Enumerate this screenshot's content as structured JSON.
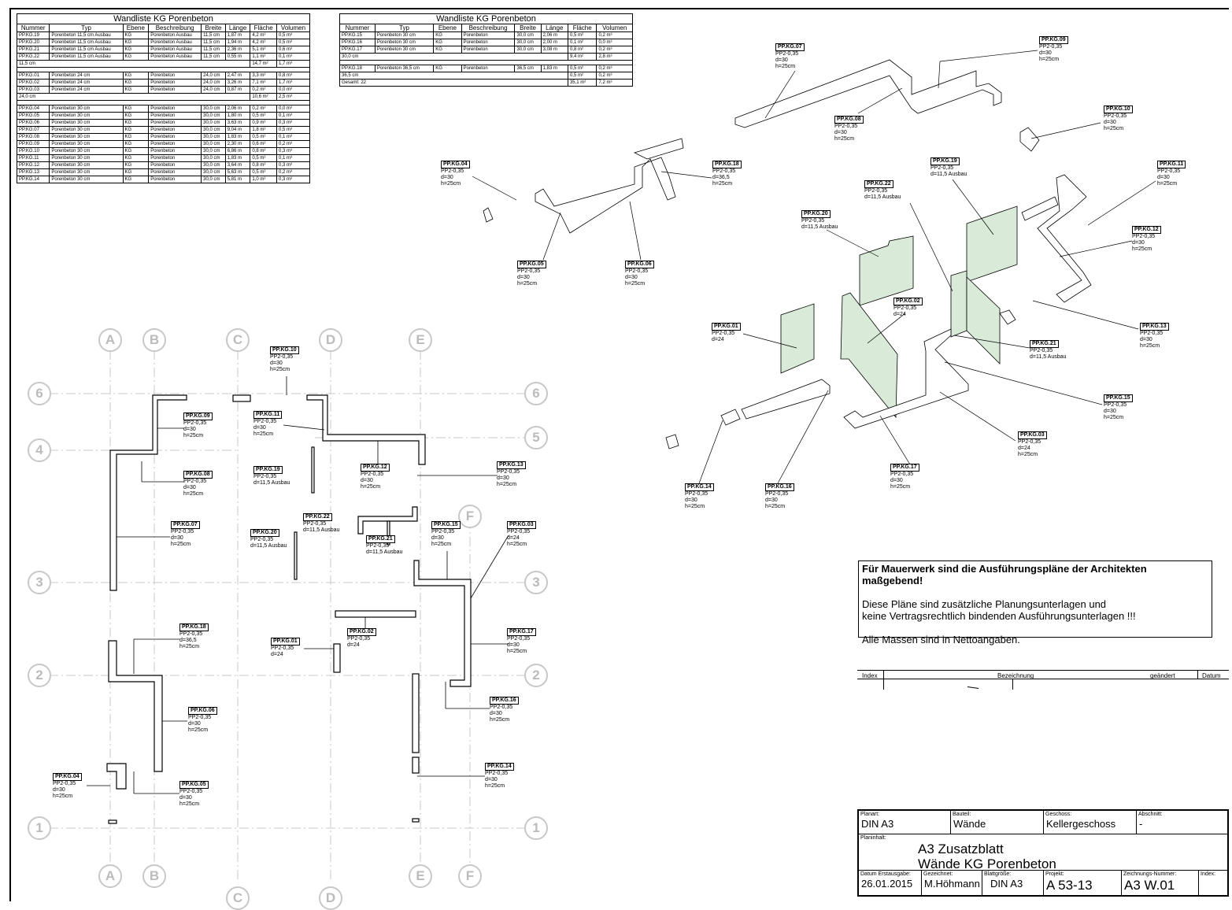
{
  "tables": {
    "left": {
      "title": "Wandliste KG Porenbeton",
      "headers": [
        "Nummer",
        "Typ",
        "Ebene",
        "Beschreibung",
        "Breite",
        "Länge",
        "Fläche",
        "Volumen"
      ],
      "groups": [
        {
          "rows": [
            [
              "PP.KG.19",
              "Porenbeton 11,5 cm Ausbau",
              "KG",
              "Porenbeton Ausbau",
              "11,5 cm",
              "1,87 m",
              "4,2 m²",
              "0,5 m³"
            ],
            [
              "PP.KG.20",
              "Porenbeton 11,5 cm Ausbau",
              "KG",
              "Porenbeton Ausbau",
              "11,5 cm",
              "1,94 m",
              "4,2 m²",
              "0,5 m³"
            ],
            [
              "PP.KG.21",
              "Porenbeton 11,5 cm Ausbau",
              "KG",
              "Porenbeton Ausbau",
              "11,5 cm",
              "2,36 m",
              "5,1 m²",
              "0,6 m³"
            ],
            [
              "PP.KG.22",
              "Porenbeton 11,5 cm Ausbau",
              "KG",
              "Porenbeton Ausbau",
              "11,5 cm",
              "0,55 m",
              "1,1 m²",
              "0,1 m³"
            ]
          ],
          "subtotal": [
            "11,5 cm",
            "14,7 m²",
            "1,7 m³"
          ]
        },
        {
          "rows": [
            [
              "PP.KG.01",
              "Porenbeton 24 cm",
              "KG",
              "Porenbeton",
              "24,0 cm",
              "2,47 m",
              "3,3 m²",
              "0,8 m³"
            ],
            [
              "PP.KG.02",
              "Porenbeton 24 cm",
              "KG",
              "Porenbeton",
              "24,0 cm",
              "3,26 m",
              "7,1 m²",
              "1,7 m³"
            ],
            [
              "PP.KG.03",
              "Porenbeton 24 cm",
              "KG",
              "Porenbeton",
              "24,0 cm",
              "0,87 m",
              "0,2 m²",
              "0,0 m³"
            ]
          ],
          "subtotal": [
            "24,0 cm",
            "10,6 m²",
            "2,5 m³"
          ]
        },
        {
          "rows": [
            [
              "PP.KG.04",
              "Porenbeton 30 cm",
              "KG",
              "Porenbeton",
              "30,0 cm",
              "2,06 m",
              "0,2 m²",
              "0,0 m³"
            ],
            [
              "PP.KG.05",
              "Porenbeton 30 cm",
              "KG",
              "Porenbeton",
              "30,0 cm",
              "1,80 m",
              "0,5 m²",
              "0,1 m³"
            ],
            [
              "PP.KG.06",
              "Porenbeton 30 cm",
              "KG",
              "Porenbeton",
              "30,0 cm",
              "3,63 m",
              "0,9 m²",
              "0,3 m³"
            ],
            [
              "PP.KG.07",
              "Porenbeton 30 cm",
              "KG",
              "Porenbeton",
              "30,0 cm",
              "9,04 m",
              "1,8 m²",
              "0,5 m³"
            ],
            [
              "PP.KG.08",
              "Porenbeton 30 cm",
              "KG",
              "Porenbeton",
              "30,0 cm",
              "1,83 m",
              "0,5 m²",
              "0,1 m³"
            ],
            [
              "PP.KG.09",
              "Porenbeton 30 cm",
              "KG",
              "Porenbeton",
              "30,0 cm",
              "2,30 m",
              "0,6 m²",
              "0,2 m³"
            ],
            [
              "PP.KG.10",
              "Porenbeton 30 cm",
              "KG",
              "Porenbeton",
              "30,0 cm",
              "6,86 m",
              "0,8 m²",
              "0,3 m³"
            ],
            [
              "PP.KG.11",
              "Porenbeton 30 cm",
              "KG",
              "Porenbeton",
              "30,0 cm",
              "1,83 m",
              "0,5 m²",
              "0,1 m³"
            ],
            [
              "PP.KG.12",
              "Porenbeton 30 cm",
              "KG",
              "Porenbeton",
              "30,0 cm",
              "3,64 m",
              "0,8 m²",
              "0,3 m³"
            ],
            [
              "PP.KG.13",
              "Porenbeton 30 cm",
              "KG",
              "Porenbeton",
              "30,0 cm",
              "5,63 m",
              "0,5 m²",
              "0,2 m³"
            ],
            [
              "PP.KG.14",
              "Porenbeton 30 cm",
              "KG",
              "Porenbeton",
              "30,0 cm",
              "5,81 m",
              "1,0 m²",
              "0,3 m³"
            ]
          ]
        }
      ]
    },
    "right": {
      "title": "Wandliste KG Porenbeton",
      "headers": [
        "Nummer",
        "Typ",
        "Ebene",
        "Beschreibung",
        "Breite",
        "Länge",
        "Fläche",
        "Volumen"
      ],
      "rows": [
        [
          "PP.KG.15",
          "Porenbeton 30 cm",
          "KG",
          "Porenbeton",
          "30,0 cm",
          "2,06 m",
          "0,5 m²",
          "0,2 m³"
        ],
        [
          "PP.KG.16",
          "Porenbeton 30 cm",
          "KG",
          "Porenbeton",
          "30,0 cm",
          "2,00 m",
          "0,1 m²",
          "0,0 m³"
        ],
        [
          "PP.KG.17",
          "Porenbeton 30 cm",
          "KG",
          "Porenbeton",
          "30,0 cm",
          "3,08 m",
          "0,8 m²",
          "0,2 m³"
        ]
      ],
      "sub30": [
        "30,0 cm",
        "9,4 m²",
        "2,8 m³"
      ],
      "rows2": [
        [
          "PP.KG.18",
          "Porenbeton 36,5 cm",
          "KG",
          "Porenbeton",
          "36,5 cm",
          "1,83 m",
          "0,5 m²",
          "0,2 m³"
        ]
      ],
      "sub365": [
        "36,5 cm",
        "0,5 m²",
        "0,2 m³"
      ],
      "total": [
        "Gesamt: 22",
        "35,1 m²",
        "7,2 m³"
      ]
    }
  },
  "grid": {
    "top": [
      "A",
      "B",
      "C",
      "D",
      "E"
    ],
    "bottom": [
      "A",
      "B",
      "E",
      "F",
      "C",
      "D"
    ],
    "left": [
      "6",
      "4",
      "3",
      "2",
      "1"
    ],
    "right": [
      "6",
      "5",
      "3",
      "2",
      "1"
    ],
    "f_mid": "F"
  },
  "plan_tags": [
    {
      "id": "PP.KG.10",
      "lines": [
        "PP2-0,35",
        "d=30",
        "h=25cm"
      ]
    },
    {
      "id": "PP.KG.09",
      "lines": [
        "PP2-0,35",
        "d=30",
        "h=25cm"
      ]
    },
    {
      "id": "PP.KG.11",
      "lines": [
        "PP2-0,35",
        "d=30",
        "h=25cm"
      ]
    },
    {
      "id": "PP.KG.08",
      "lines": [
        "PP2-0,35",
        "d=30",
        "h=25cm"
      ]
    },
    {
      "id": "PP.KG.19",
      "lines": [
        "PP2-0,35",
        "d=11,5 Ausbau"
      ]
    },
    {
      "id": "PP.KG.12",
      "lines": [
        "PP2-0,35",
        "d=30",
        "h=25cm"
      ]
    },
    {
      "id": "PP.KG.13",
      "lines": [
        "PP2-0,35",
        "d=30",
        "h=25cm"
      ]
    },
    {
      "id": "PP.KG.07",
      "lines": [
        "PP2-0,35",
        "d=30",
        "h=25cm"
      ]
    },
    {
      "id": "PP.KG.20",
      "lines": [
        "PP2-0,35",
        "d=11,5 Ausbau"
      ]
    },
    {
      "id": "PP.KG.22",
      "lines": [
        "PP2-0,35",
        "d=11,5 Ausbau"
      ]
    },
    {
      "id": "PP.KG.21",
      "lines": [
        "PP2-0,35",
        "d=11,5 Ausbau"
      ]
    },
    {
      "id": "PP.KG.15",
      "lines": [
        "PP2-0,35",
        "d=30",
        "h=25cm"
      ]
    },
    {
      "id": "PP.KG.03",
      "lines": [
        "PP2-0,35",
        "d=24",
        "h=25cm"
      ]
    },
    {
      "id": "PP.KG.18",
      "lines": [
        "PP2-0,35",
        "d=36,5",
        "h=25cm"
      ]
    },
    {
      "id": "PP.KG.01",
      "lines": [
        "PP2-0,35",
        "d=24"
      ]
    },
    {
      "id": "PP.KG.02",
      "lines": [
        "PP2-0,35",
        "d=24"
      ]
    },
    {
      "id": "PP.KG.17",
      "lines": [
        "PP2-0,35",
        "d=30",
        "h=25cm"
      ]
    },
    {
      "id": "PP.KG.06",
      "lines": [
        "PP2-0,35",
        "d=30",
        "h=25cm"
      ]
    },
    {
      "id": "PP.KG.16",
      "lines": [
        "PP2-0,35",
        "d=30",
        "h=25cm"
      ]
    },
    {
      "id": "PP.KG.04",
      "lines": [
        "PP2-0,35",
        "d=30",
        "h=25cm"
      ]
    },
    {
      "id": "PP.KG.05",
      "lines": [
        "PP2-0,35",
        "d=30",
        "h=25cm"
      ]
    },
    {
      "id": "PP.KG.14",
      "lines": [
        "PP2-0,35",
        "d=30",
        "h=25cm"
      ]
    }
  ],
  "iso_tags": [
    {
      "id": "PP.KG.07",
      "lines": [
        "PP2-0,35",
        "d=30",
        "h=25cm"
      ]
    },
    {
      "id": "PP.KG.09",
      "lines": [
        "PP2-0,35",
        "d=30",
        "h=25cm"
      ]
    },
    {
      "id": "PP.KG.10",
      "lines": [
        "PP2-0,35",
        "d=30",
        "h=25cm"
      ]
    },
    {
      "id": "PP.KG.08",
      "lines": [
        "PP2-0,35",
        "d=30",
        "h=25cm"
      ]
    },
    {
      "id": "PP.KG.04",
      "lines": [
        "PP2-0,35",
        "d=30",
        "h=25cm"
      ]
    },
    {
      "id": "PP.KG.18",
      "lines": [
        "PP2-0,35",
        "d=36,5",
        "h=25cm"
      ]
    },
    {
      "id": "PP.KG.19",
      "lines": [
        "PP2-0,35",
        "d=11,5 Ausbau"
      ]
    },
    {
      "id": "PP.KG.11",
      "lines": [
        "PP2-0,35",
        "d=30",
        "h=25cm"
      ]
    },
    {
      "id": "PP.KG.22",
      "lines": [
        "PP2-0,35",
        "d=11,5 Ausbau"
      ]
    },
    {
      "id": "PP.KG.20",
      "lines": [
        "PP2-0,35",
        "d=11,5 Ausbau"
      ]
    },
    {
      "id": "PP.KG.12",
      "lines": [
        "PP2-0,35",
        "d=30",
        "h=25cm"
      ]
    },
    {
      "id": "PP.KG.05",
      "lines": [
        "PP2-0,35",
        "d=30",
        "h=25cm"
      ]
    },
    {
      "id": "PP.KG.06",
      "lines": [
        "PP2-0,35",
        "d=30",
        "h=25cm"
      ]
    },
    {
      "id": "PP.KG.02",
      "lines": [
        "PP2-0,35",
        "d=24"
      ]
    },
    {
      "id": "PP.KG.01",
      "lines": [
        "PP2-0,35",
        "d=24"
      ]
    },
    {
      "id": "PP.KG.13",
      "lines": [
        "PP2-0,35",
        "d=30",
        "h=25cm"
      ]
    },
    {
      "id": "PP.KG.21",
      "lines": [
        "PP2-0,35",
        "d=11,5 Ausbau"
      ]
    },
    {
      "id": "PP.KG.15",
      "lines": [
        "PP2-0,35",
        "d=30",
        "h=25cm"
      ]
    },
    {
      "id": "PP.KG.03",
      "lines": [
        "PP2-0,35",
        "d=24",
        "h=25cm"
      ]
    },
    {
      "id": "PP.KG.17",
      "lines": [
        "PP2-0,35",
        "d=30",
        "h=25cm"
      ]
    },
    {
      "id": "PP.KG.14",
      "lines": [
        "PP2-0,35",
        "d=30",
        "h=25cm"
      ]
    },
    {
      "id": "PP.KG.16",
      "lines": [
        "PP2-0,35",
        "d=30",
        "h=25cm"
      ]
    }
  ],
  "notice": {
    "heading": "Für Mauerwerk sind die Ausführungspläne der Architekten maßgebend!",
    "line1": "Diese Pläne sind zusätzliche Planungsunterlagen und",
    "line2": "keine Vertragsrechtlich bindenden Ausführungsunterlagen !!!",
    "line3": "Alle Massen sind in Nettoangaben."
  },
  "index_table": {
    "index": "Index",
    "bezeichnung": "Bezeichnung",
    "geaendert": "geändert",
    "datum": "Datum"
  },
  "title_block": {
    "planart_label": "Planart:",
    "planart": "DIN A3",
    "bauteil_label": "Bauteil:",
    "bauteil": "Wände",
    "geschoss_label": "Geschoss:",
    "geschoss": "Kellergeschoss",
    "abschnitt_label": "Abschnitt:",
    "abschnitt": "-",
    "planinhalt_label": "Planinhalt:",
    "planinhalt_1": "A3 Zusatzblatt",
    "planinhalt_2": "Wände KG Porenbeton",
    "datum_label": "Datum Erstausgabe:",
    "datum": "26.01.2015",
    "gezeichnet_label": "Gezeichnet:",
    "gezeichnet": "M.Höhmann",
    "blatt_label": "Blattgröße:",
    "blatt": "DIN A3",
    "projekt_label": "Projekt:",
    "projekt": "A 53-13",
    "zeichnung_label": "Zeichnungs-Nummer:",
    "zeichnung": "A3 W.01",
    "index_label": "Index:"
  },
  "colors": {
    "wall_fill": "#d9ead9",
    "grid_gray": "#c8c8c8"
  }
}
